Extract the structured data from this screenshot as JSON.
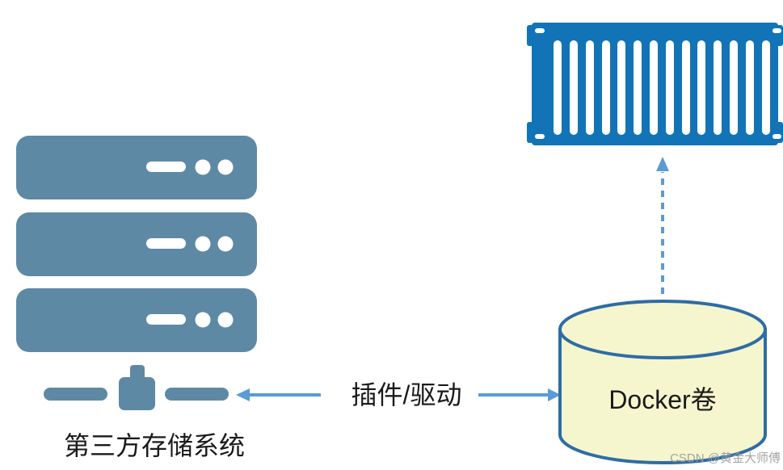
{
  "colors": {
    "canvas-bg": "#FFFFFF",
    "server": "#5D89A5",
    "container-blue": "#1274B7",
    "cylinder-fill": "#F5F6CE",
    "cylinder-stroke": "#2E6DA4",
    "arrow": "#5B9BD5",
    "label-text": "#1A1A1A",
    "watermark": "#9A9A9A"
  },
  "diagram": {
    "storage_system": {
      "label": "第三方存储系统",
      "icon": "server-stack-icon"
    },
    "plugin": {
      "label": "插件/驱动"
    },
    "docker_volume": {
      "label": "Docker卷",
      "icon": "database-cylinder-icon"
    },
    "container": {
      "icon": "shipping-container-icon"
    },
    "watermark": "CSDN @黄金大师傅"
  }
}
